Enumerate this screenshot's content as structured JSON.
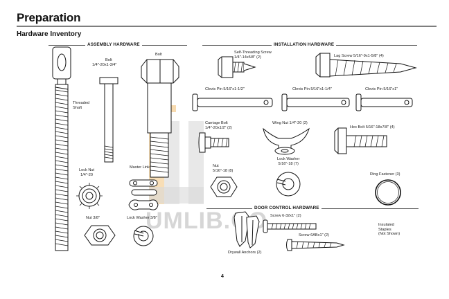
{
  "page": {
    "title": "Preparation",
    "subtitle": "Hardware Inventory",
    "page_number": "4",
    "watermark": "UMLIB.CO"
  },
  "sections": {
    "assembly": "ASSEMBLY HARDWARE",
    "installation": "INSTALLATION HARDWARE",
    "door_control": "DOOR CONTROL HARDWARE"
  },
  "items": {
    "bolt_label": "Bolt",
    "bolt_size": "1/4\"-20x1-3/4\"",
    "bolt2_label": "Bolt",
    "threaded_shaft": "Threaded\nShaft",
    "lock_nut": "Lock Nut\n1/4\"-20",
    "master_link": "Master Link",
    "nut_38": "Nut 3/8\"",
    "lock_washer_38": "Lock Washer 3/8\"",
    "self_threading_screw": "Self-Threading Screw\n1/4\"-14x5/8\" (2)",
    "lag_screw": "Lag Screw 5/16\"-9x1-5/8\" (4)",
    "clevis_pin_1": "Clevis Pin 5/16\"x1-1/2\"",
    "clevis_pin_2": "Clevis Pin 5/16\"x1-1/4\"",
    "clevis_pin_3": "Clevis Pin 5/16\"x1\"",
    "carriage_bolt": "Carriage Bolt\n1/4\"-20x1/2\" (2)",
    "wing_nut": "Wing Nut 1/4\"-20 (2)",
    "hex_bolt": "Hex Bolt 5/16\"-18x7/8\" (4)",
    "nut_516": "Nut\n5/16\"-18 (8)",
    "lock_washer_516": "Lock Washer\n5/16\"-18 (7)",
    "ring_fastener": "Ring Fastener (3)",
    "screw_6_32": "Screw 6-32x1\" (2)",
    "screw_6ab": "Screw 6ABx1\" (2)",
    "drywall_anchors": "Drywall Anchors (2)",
    "insulated_staples": "Insulated\nStaples\n(Not Shown)"
  },
  "colors": {
    "ink": "#111111",
    "rule": "#7e7e7e",
    "watermark": "#d0d0d0",
    "watermark_orange": "#f2c27a"
  }
}
